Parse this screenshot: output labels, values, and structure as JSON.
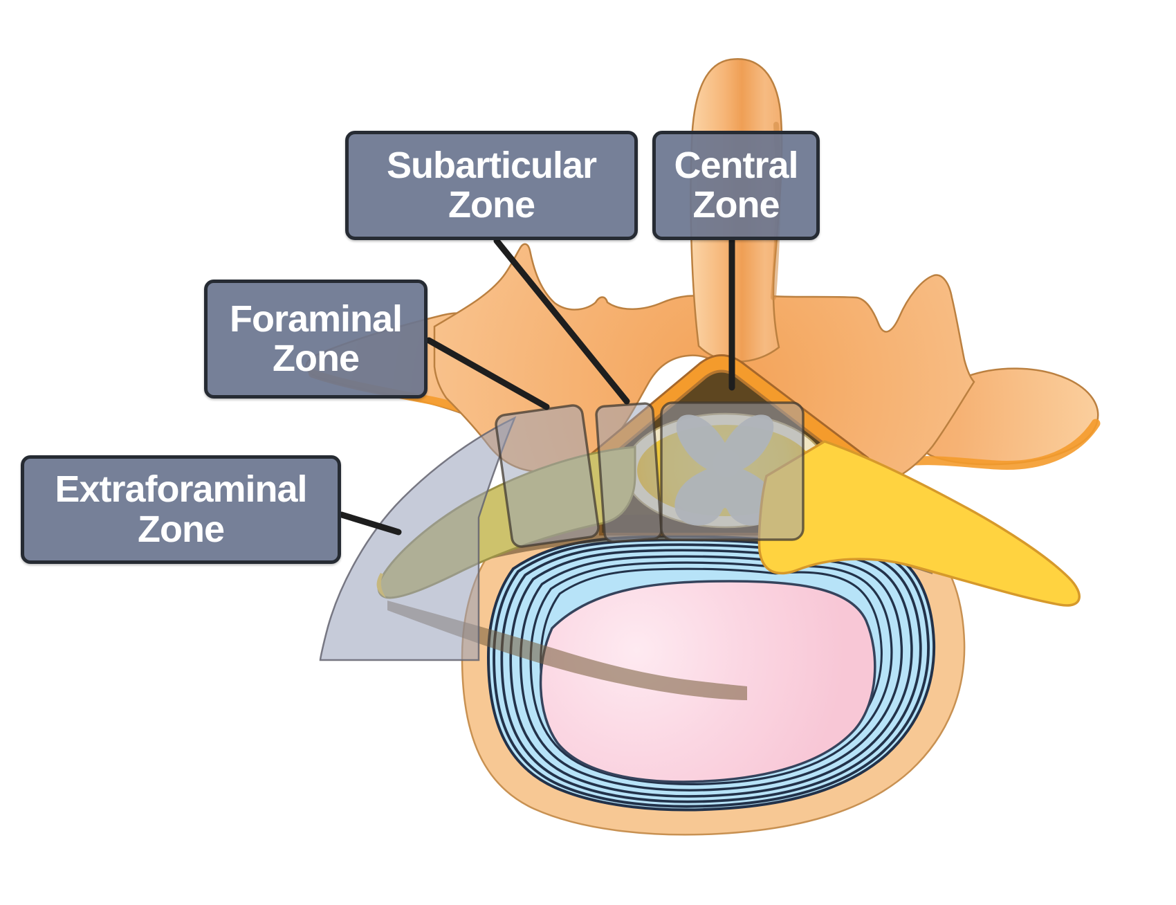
{
  "labels": {
    "subarticular": {
      "line1": "Subarticular",
      "line2": "Zone"
    },
    "central": {
      "line1": "Central",
      "line2": "Zone"
    },
    "foraminal": {
      "line1": "Foraminal",
      "line2": "Zone"
    },
    "extraforaminal": {
      "line1": "Extraforaminal",
      "line2": "Zone"
    }
  },
  "colors": {
    "background": "#ffffff",
    "boxFill": "rgba(106,117,143,0.92)",
    "boxBorder": "#262b33",
    "boxText": "#ffffff",
    "leader": "#1e1e1e",
    "boneOutline": "#bb8040",
    "boneAccent": "#f49b2c",
    "canalDark": "#5e4620",
    "canalDarkEdge": "#b5762f",
    "shadowBand": "rgba(84,62,32,0.55)",
    "sacRing": "#f1e6c4",
    "sacRingEdge": "#b9a368",
    "grayMatter": "#c5c5ba",
    "nerveRight": "#ffd340",
    "nerveRightEdge": "#d6992b",
    "nerveLeft": "#cdc26c",
    "nerveLeftEdge": "#9c9147",
    "discRim": "#f7c894",
    "discRimEdge": "#c89152",
    "annulus": "#b7e3f8",
    "annulusOutline": "#22324a",
    "annulusLine": "rgba(255,255,255,0.8)",
    "nucleusEdge": "#35435c",
    "zoneFill": "rgba(151,161,186,0.5)",
    "zoneStroke": "rgba(66,57,48,0.75)",
    "sectorFill": "rgba(151,161,186,0.55)",
    "sectorStroke": "rgba(100,100,112,0.85)"
  }
}
